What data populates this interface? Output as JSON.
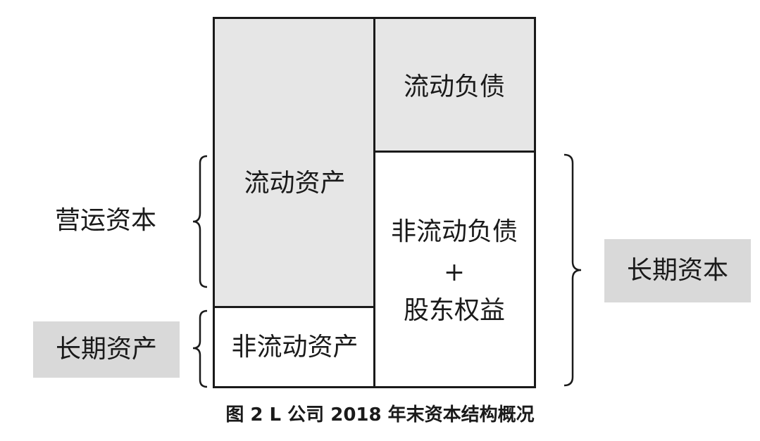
{
  "diagram": {
    "cells": {
      "current_assets": "流动资产",
      "non_current_assets": "非流动资产",
      "current_liabilities": "流动负债",
      "long_term_line1": "非流动负债",
      "long_term_plus": "+",
      "long_term_line2": "股东权益"
    },
    "labels": {
      "working_capital": "营运资本",
      "long_term_assets": "长期资产",
      "long_term_capital": "长期资本"
    },
    "colors": {
      "shaded": "#e6e6e6",
      "label_box": "#d9d9d9",
      "line": "#1a1a1a"
    }
  },
  "caption": "图 2 L 公司 2018 年末资本结构概况"
}
